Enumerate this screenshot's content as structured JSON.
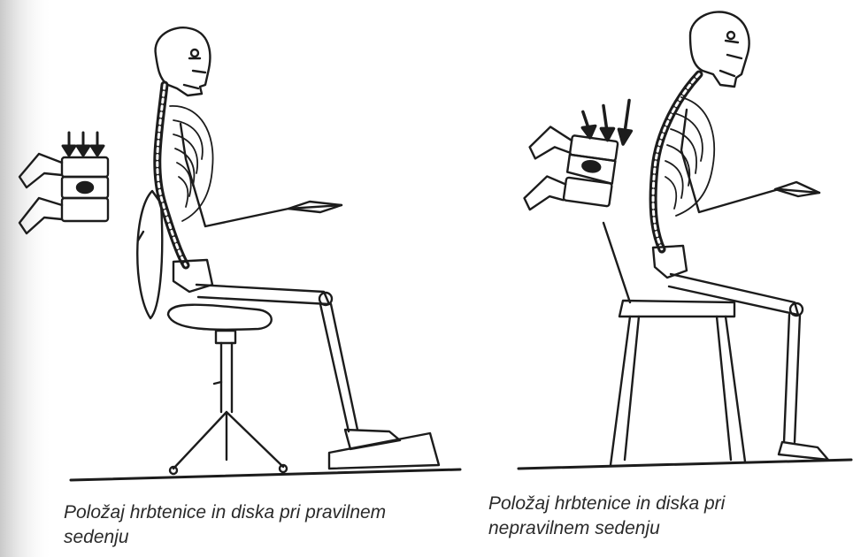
{
  "figure": {
    "left": {
      "caption_line1": "Položaj hrbtenice in diska pri pravilnem",
      "caption_line2": "sedenju"
    },
    "right": {
      "caption_line1": "Položaj hrbtenice in diska pri",
      "caption_line2": "nepravilnem sedenju"
    }
  },
  "colors": {
    "ink": "#1c1c1c",
    "paper": "#ffffff",
    "shadow": "#d6d6d6"
  }
}
